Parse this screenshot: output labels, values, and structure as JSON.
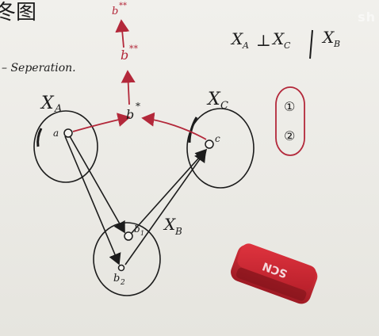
{
  "board": {
    "title_glyph": "冬图",
    "heading": "– Seperation.",
    "watermark": "sh",
    "independence": {
      "left": "X",
      "left_sub": "A",
      "symbol": "⊥",
      "mid": "X",
      "mid_sub": "C",
      "given": "X",
      "given_sub": "B"
    },
    "nodes": {
      "xa": {
        "label": "X",
        "sub": "A",
        "point": "a"
      },
      "xc": {
        "label": "X",
        "sub": "C",
        "point": "c"
      },
      "xb": {
        "label": "X",
        "sub": "B",
        "point_b1": "b",
        "point_b1_sub": "1",
        "point_b2": "b",
        "point_b2_sub": "2"
      }
    },
    "red_annotations": {
      "b_star": "b",
      "b_star_mark": "*",
      "b_2star": "b",
      "b_2star_mark": "**",
      "b_3star": "b",
      "b_3star_mark": "**"
    },
    "circled_notes": [
      "①",
      "②"
    ],
    "eraser_text": "SCN"
  },
  "colors": {
    "ink": "#1c1c1c",
    "red_marker": "#b3283a",
    "eraser_felt": "#cf2a35"
  }
}
